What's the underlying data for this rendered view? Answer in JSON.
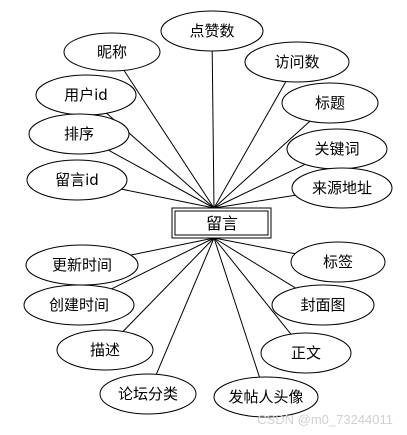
{
  "entity": {
    "label": "留言"
  },
  "attributes": [
    {
      "id": "dianzanshu",
      "label": "点赞数"
    },
    {
      "id": "nicheng",
      "label": "昵称"
    },
    {
      "id": "fangwenshu",
      "label": "访问数"
    },
    {
      "id": "yonghuid",
      "label": "用户id"
    },
    {
      "id": "biaoti",
      "label": "标题"
    },
    {
      "id": "paixu",
      "label": "排序"
    },
    {
      "id": "guanjianci",
      "label": "关键词"
    },
    {
      "id": "liuyanid",
      "label": "留言id"
    },
    {
      "id": "laiyuandizhi",
      "label": "来源地址"
    },
    {
      "id": "gengxinshijian",
      "label": "更新时间"
    },
    {
      "id": "biaoqian",
      "label": "标签"
    },
    {
      "id": "chuangjianshijian",
      "label": "创建时间"
    },
    {
      "id": "fengmiantu",
      "label": "封面图"
    },
    {
      "id": "miaoshu",
      "label": "描述"
    },
    {
      "id": "zhengwen",
      "label": "正文"
    },
    {
      "id": "luntanfenlei",
      "label": "论坛分类"
    },
    {
      "id": "fatierentouxiang",
      "label": "发帖人头像"
    }
  ],
  "watermark": "CSDN @m0_73244011"
}
